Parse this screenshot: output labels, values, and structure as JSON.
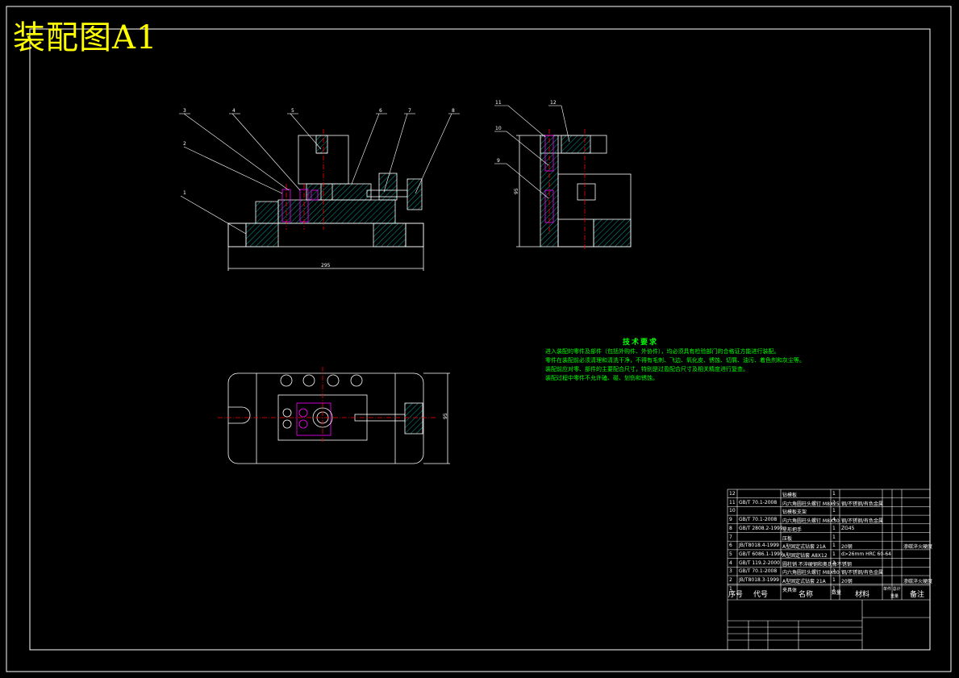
{
  "title": "装配图A1",
  "tech_requirements": {
    "title": "技术要求",
    "lines": [
      "进入装配的零件及部件（包括外购件、外协件），均必须具有检验部门的合格证方能进行装配。",
      "零件在装配前必须清理和清洗干净，不得有毛刺、飞边、氧化皮、锈蚀、切屑、油污、着色剂和灰尘等。",
      "装配前应对零、部件的主要配合尺寸，特别是过盈配合尺寸及相关精度进行复查。",
      "装配过程中零件不允许磕、碰、划伤和锈蚀。"
    ]
  },
  "balloons": [
    "1",
    "2",
    "3",
    "4",
    "5",
    "6",
    "7",
    "8",
    "9",
    "10",
    "11",
    "12"
  ],
  "dimensions": {
    "front_width": "295",
    "side_height": "95",
    "plan_height": "95"
  },
  "bom": {
    "rows": [
      {
        "no": "12",
        "code": "",
        "name": "钻模板",
        "qty": "1",
        "material": "",
        "note": ""
      },
      {
        "no": "11",
        "code": "GB/T 70.1-2008",
        "name": "内六角圆柱头螺钉 M8X25",
        "qty": "2",
        "material": "钢/不锈钢/有色金属",
        "note": ""
      },
      {
        "no": "10",
        "code": "",
        "name": "钻模板支架",
        "qty": "1",
        "material": "",
        "note": ""
      },
      {
        "no": "9",
        "code": "GB/T 70.1-2008",
        "name": "内六角圆柱头螺钉 M8X30",
        "qty": "4",
        "material": "钢/不锈钢/有色金属",
        "note": ""
      },
      {
        "no": "8",
        "code": "GB/T 2808.2-1999",
        "name": "星形把手",
        "qty": "1",
        "material": "ZG45",
        "note": ""
      },
      {
        "no": "7",
        "code": "",
        "name": "压板",
        "qty": "1",
        "material": "",
        "note": ""
      },
      {
        "no": "6",
        "code": "JB/T8018.4-1999",
        "name": "A型固定式钻套 21A",
        "qty": "1",
        "material": "20钢",
        "note": "渗碳淬火硬度"
      },
      {
        "no": "5",
        "code": "GB/T 6086.1-1999",
        "name": "A型固定钻套 A8X12",
        "qty": "1",
        "material": "d>26mm HRC 60-64",
        "note": ""
      },
      {
        "no": "4",
        "code": "GB/T 119.2-2000",
        "name": "圆柱销 不淬硬钢和奥氏体不锈钢",
        "qty": "2",
        "material": "",
        "note": ""
      },
      {
        "no": "3",
        "code": "GB/T 70.1-2008",
        "name": "内六角圆柱头螺钉 M8X30",
        "qty": "2",
        "material": "钢/不锈钢/有色金属",
        "note": ""
      },
      {
        "no": "2",
        "code": "JB/T8018.3-1999",
        "name": "A型固定式钻套 21A",
        "qty": "1",
        "material": "20钢",
        "note": "渗碳淬火硬度"
      },
      {
        "no": "1",
        "code": "",
        "name": "夹具体",
        "qty": "1",
        "material": "",
        "note": ""
      }
    ],
    "header": {
      "no": "序号",
      "code": "代号",
      "name": "名称",
      "qty": "数量",
      "material": "材料",
      "unit": "单件 总计",
      "weight": "重量",
      "note": "备注"
    }
  },
  "colors": {
    "background": "#000000",
    "lines": "#ffffff",
    "hatch": "#00ffff",
    "centerline": "#ff0000",
    "fasteners": "#ff00ff",
    "notes": "#00ff00",
    "title": "#ffff00"
  }
}
